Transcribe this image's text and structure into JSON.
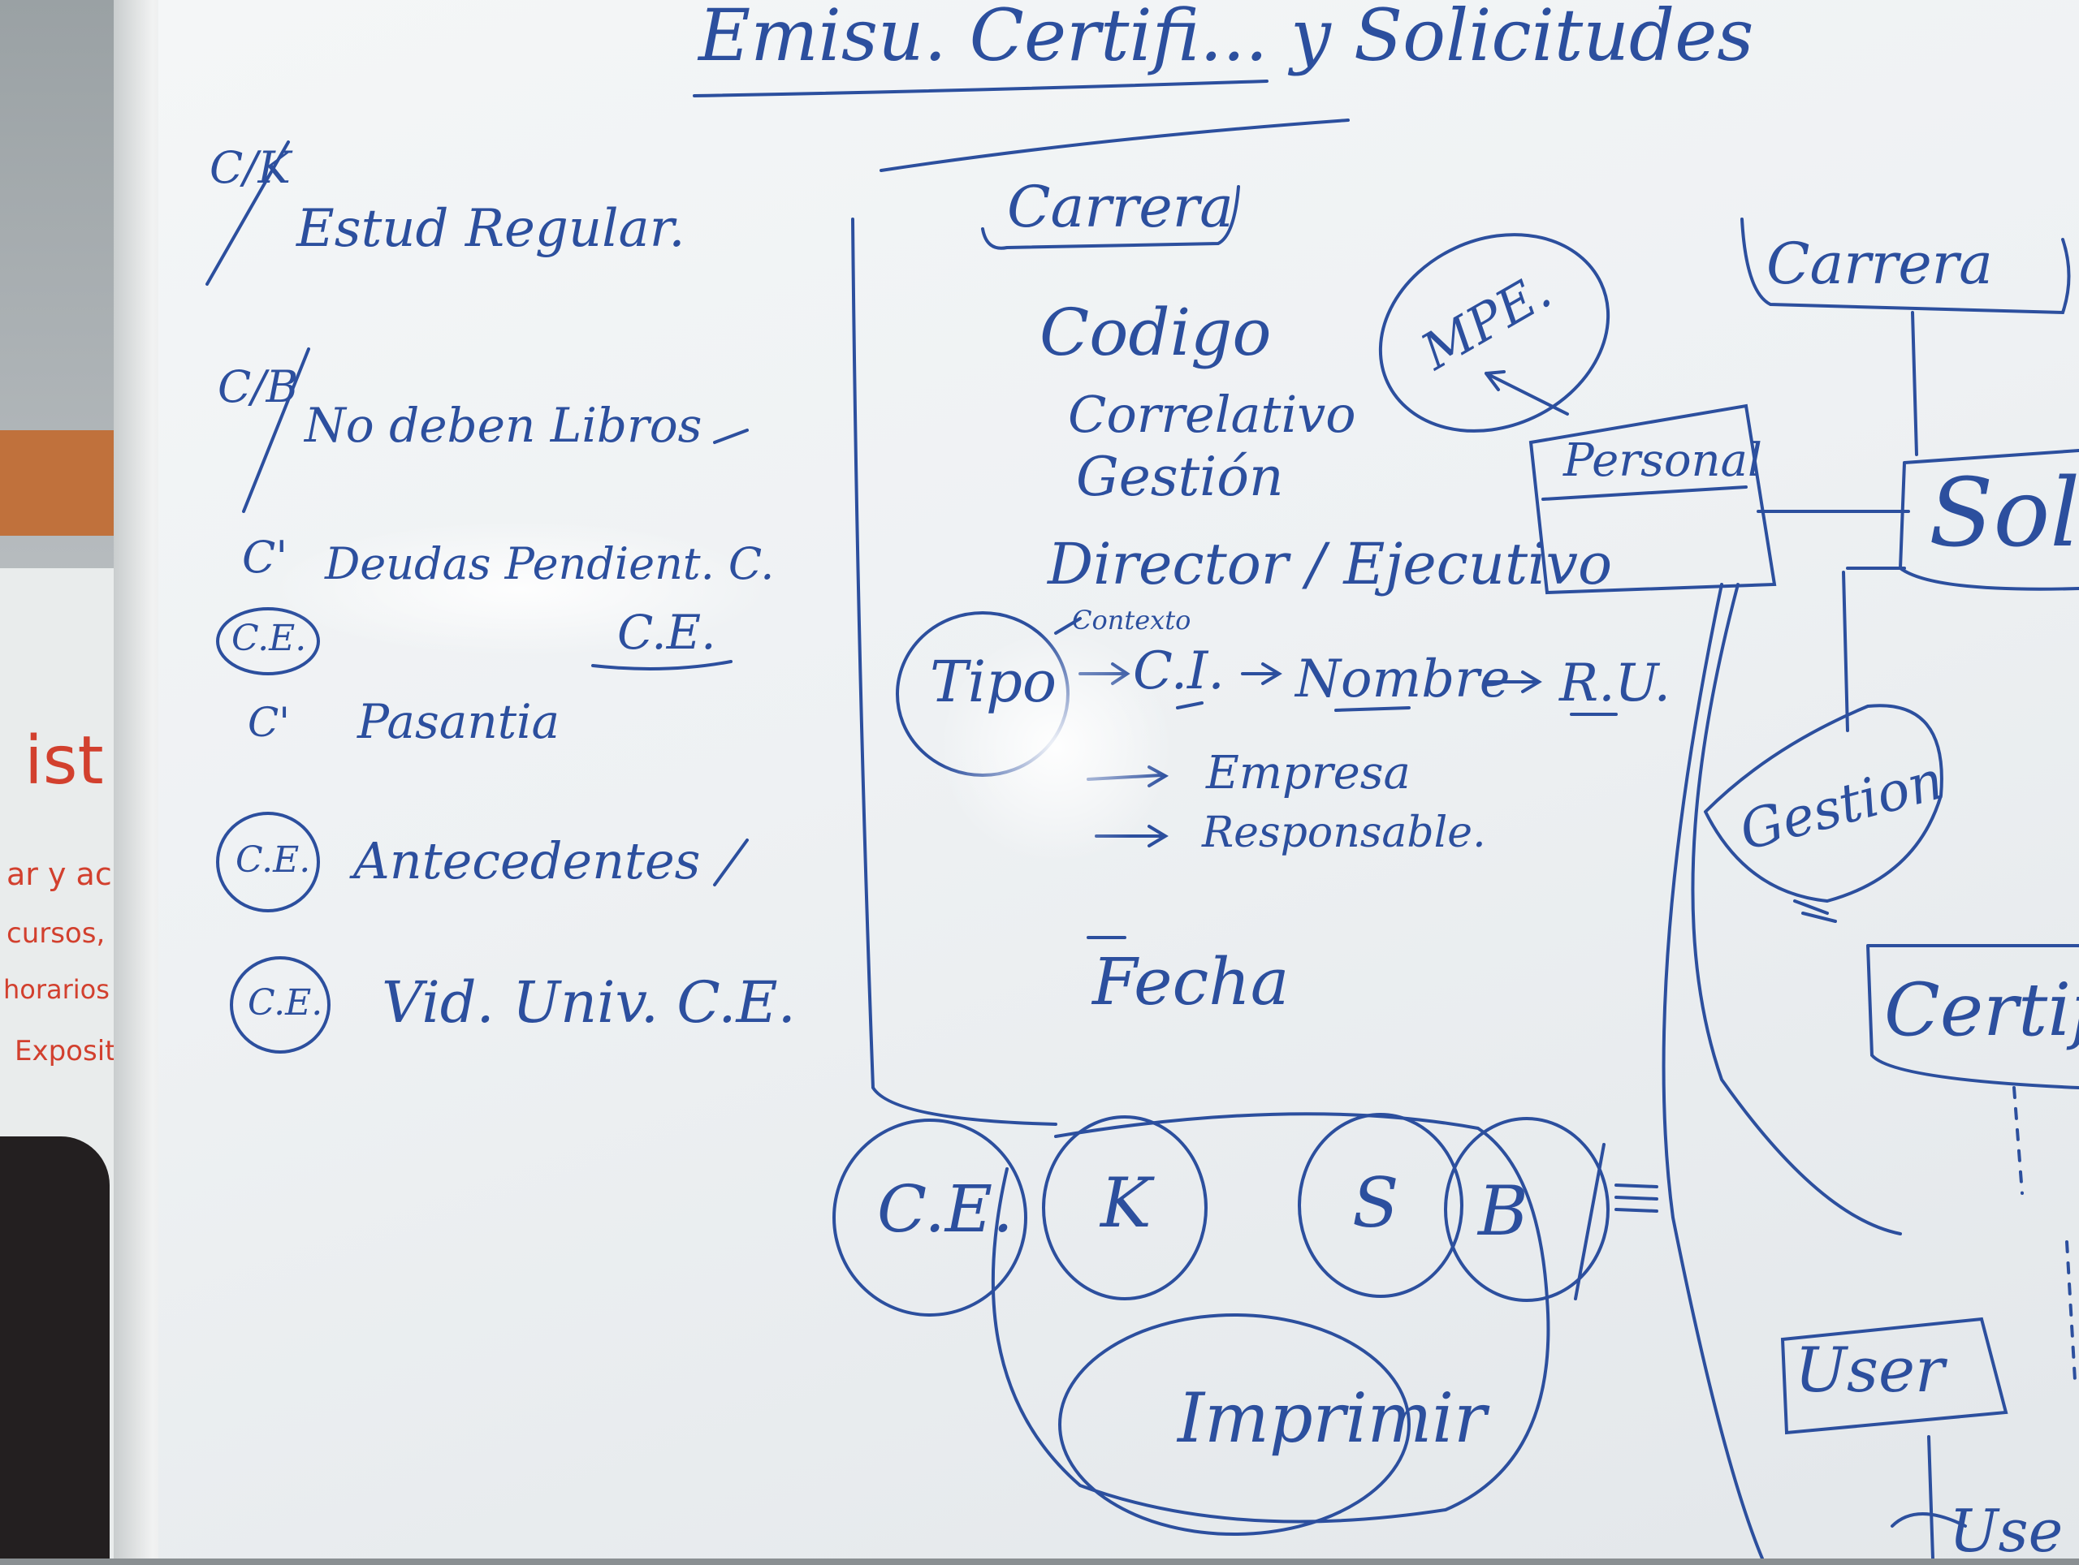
{
  "board": {
    "title": "Emisu. Certifi... y Solicitudes",
    "left_list": {
      "items": [
        {
          "prefix": "C/K",
          "text": "Estud Regular."
        },
        {
          "prefix": "C/B",
          "text": "No deben Libros"
        },
        {
          "prefix": "C'",
          "text": "Deudas Pendient. C."
        },
        {
          "prefix": "C.E.",
          "text": "C.E."
        },
        {
          "prefix": "C'",
          "text": "Pasantia"
        },
        {
          "prefix": "C.E.",
          "text": "Antecedentes"
        },
        {
          "prefix": "C.E.",
          "text": "Vid. Univ. C.E."
        }
      ]
    },
    "career_box": {
      "title": "Carrera",
      "fields": [
        "Codigo",
        "Correlativo",
        "Gestión",
        "Director / Ejecutivo"
      ],
      "tipo": "Tipo",
      "tipo_small": "Contexto",
      "chain": [
        "C.I.",
        "Nombre",
        "R.U."
      ],
      "sub_fields": [
        "Empresa",
        "Responsable."
      ],
      "fecha": "Fecha"
    },
    "bottom_circles": [
      "C.E.",
      "K",
      "S",
      "B"
    ],
    "imprimir": "Imprimir",
    "right": {
      "mpe": "MPE.",
      "personal": "Personal",
      "carrera": "Carrera",
      "solicitud": "Sol",
      "gestion": "Gestion",
      "certif": "Certif",
      "user": "User",
      "user2": "Use"
    },
    "poster_text": [
      "ist",
      "ar y ac",
      "cursos,",
      "horarios",
      "Exposit"
    ]
  }
}
